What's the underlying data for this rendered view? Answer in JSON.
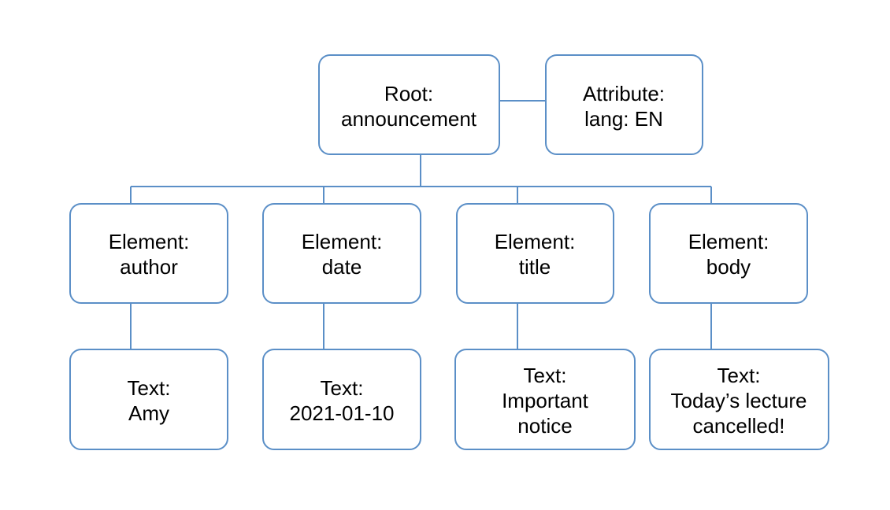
{
  "colors": {
    "box_border": "#5b8fc7",
    "box_fill": "#ffffff",
    "text": "#000000"
  },
  "diagram": {
    "type": "xml-document-tree",
    "root": {
      "line1": "Root:",
      "line2": "announcement"
    },
    "attribute": {
      "line1": "Attribute:",
      "line2": "lang: EN"
    },
    "elements": [
      {
        "id": "author",
        "label": {
          "line1": "Element:",
          "line2": "author"
        },
        "text": {
          "lines": [
            "Text:",
            "Amy"
          ]
        }
      },
      {
        "id": "date",
        "label": {
          "line1": "Element:",
          "line2": "date"
        },
        "text": {
          "lines": [
            "Text:",
            "2021-01-10"
          ]
        }
      },
      {
        "id": "title",
        "label": {
          "line1": "Element:",
          "line2": "title"
        },
        "text": {
          "lines": [
            "Text:",
            "Important",
            "notice"
          ]
        }
      },
      {
        "id": "body",
        "label": {
          "line1": "Element:",
          "line2": "body"
        },
        "text": {
          "lines": [
            "Text:",
            "Today’s lecture",
            "cancelled!"
          ]
        }
      }
    ]
  }
}
